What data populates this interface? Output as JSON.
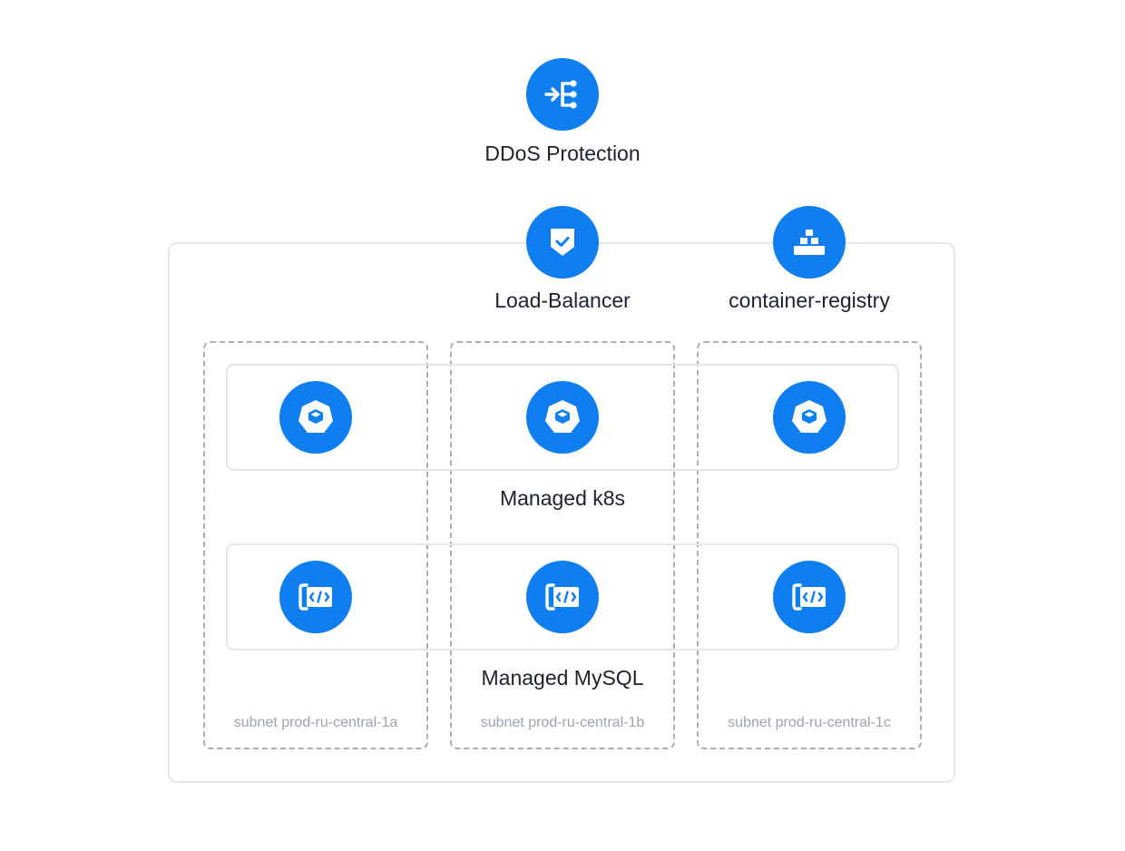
{
  "top": {
    "ddos_label": "DDoS Protection"
  },
  "edge": {
    "load_balancer_label": "Load-Balancer",
    "container_registry_label": "container-registry"
  },
  "services": {
    "k8s_label": "Managed k8s",
    "mysql_label": "Managed MySQL"
  },
  "subnets": [
    {
      "label": "subnet prod-ru-central-1a"
    },
    {
      "label": "subnet prod-ru-central-1b"
    },
    {
      "label": "subnet prod-ru-central-1c"
    }
  ],
  "colors": {
    "node_fill": "#0e7ef0",
    "text": "#1d2130",
    "subnet_label": "#9ea3ab",
    "box_border": "#e4e6ea",
    "dashed_border": "#a9adb4"
  },
  "icons": {
    "ddos": "ddos-arrow-branch-icon",
    "load_balancer": "shield-check-icon",
    "container_registry": "container-stack-icon",
    "k8s": "kubernetes-hexagon-icon",
    "mysql": "database-code-icon"
  }
}
